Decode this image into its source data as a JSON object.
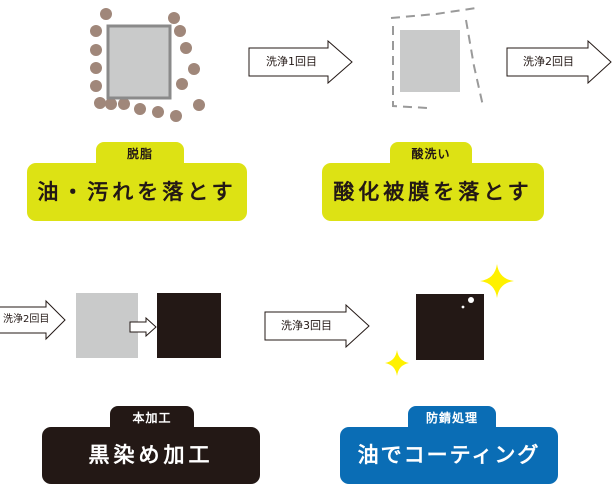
{
  "arrows": {
    "wash1": "洗浄1回目",
    "wash2_top": "洗浄2回目",
    "wash2_left": "洗浄2回目",
    "wash3": "洗浄3回目"
  },
  "steps": {
    "degrease": {
      "tab": "脱脂",
      "title": "油・汚れを落とす"
    },
    "pickling": {
      "tab": "酸洗い",
      "title": "酸化被膜を落とす"
    },
    "blackening": {
      "tab": "本加工",
      "title": "黒染め加工"
    },
    "rustproof": {
      "tab": "防錆処理",
      "title": "油でコーティング"
    }
  },
  "colors": {
    "yellow": "#dde214",
    "dark": "#231815",
    "blue": "#0a6db5",
    "gray": "#c9caca",
    "dirt": "#a0877a",
    "sparkle": "#fff100"
  }
}
